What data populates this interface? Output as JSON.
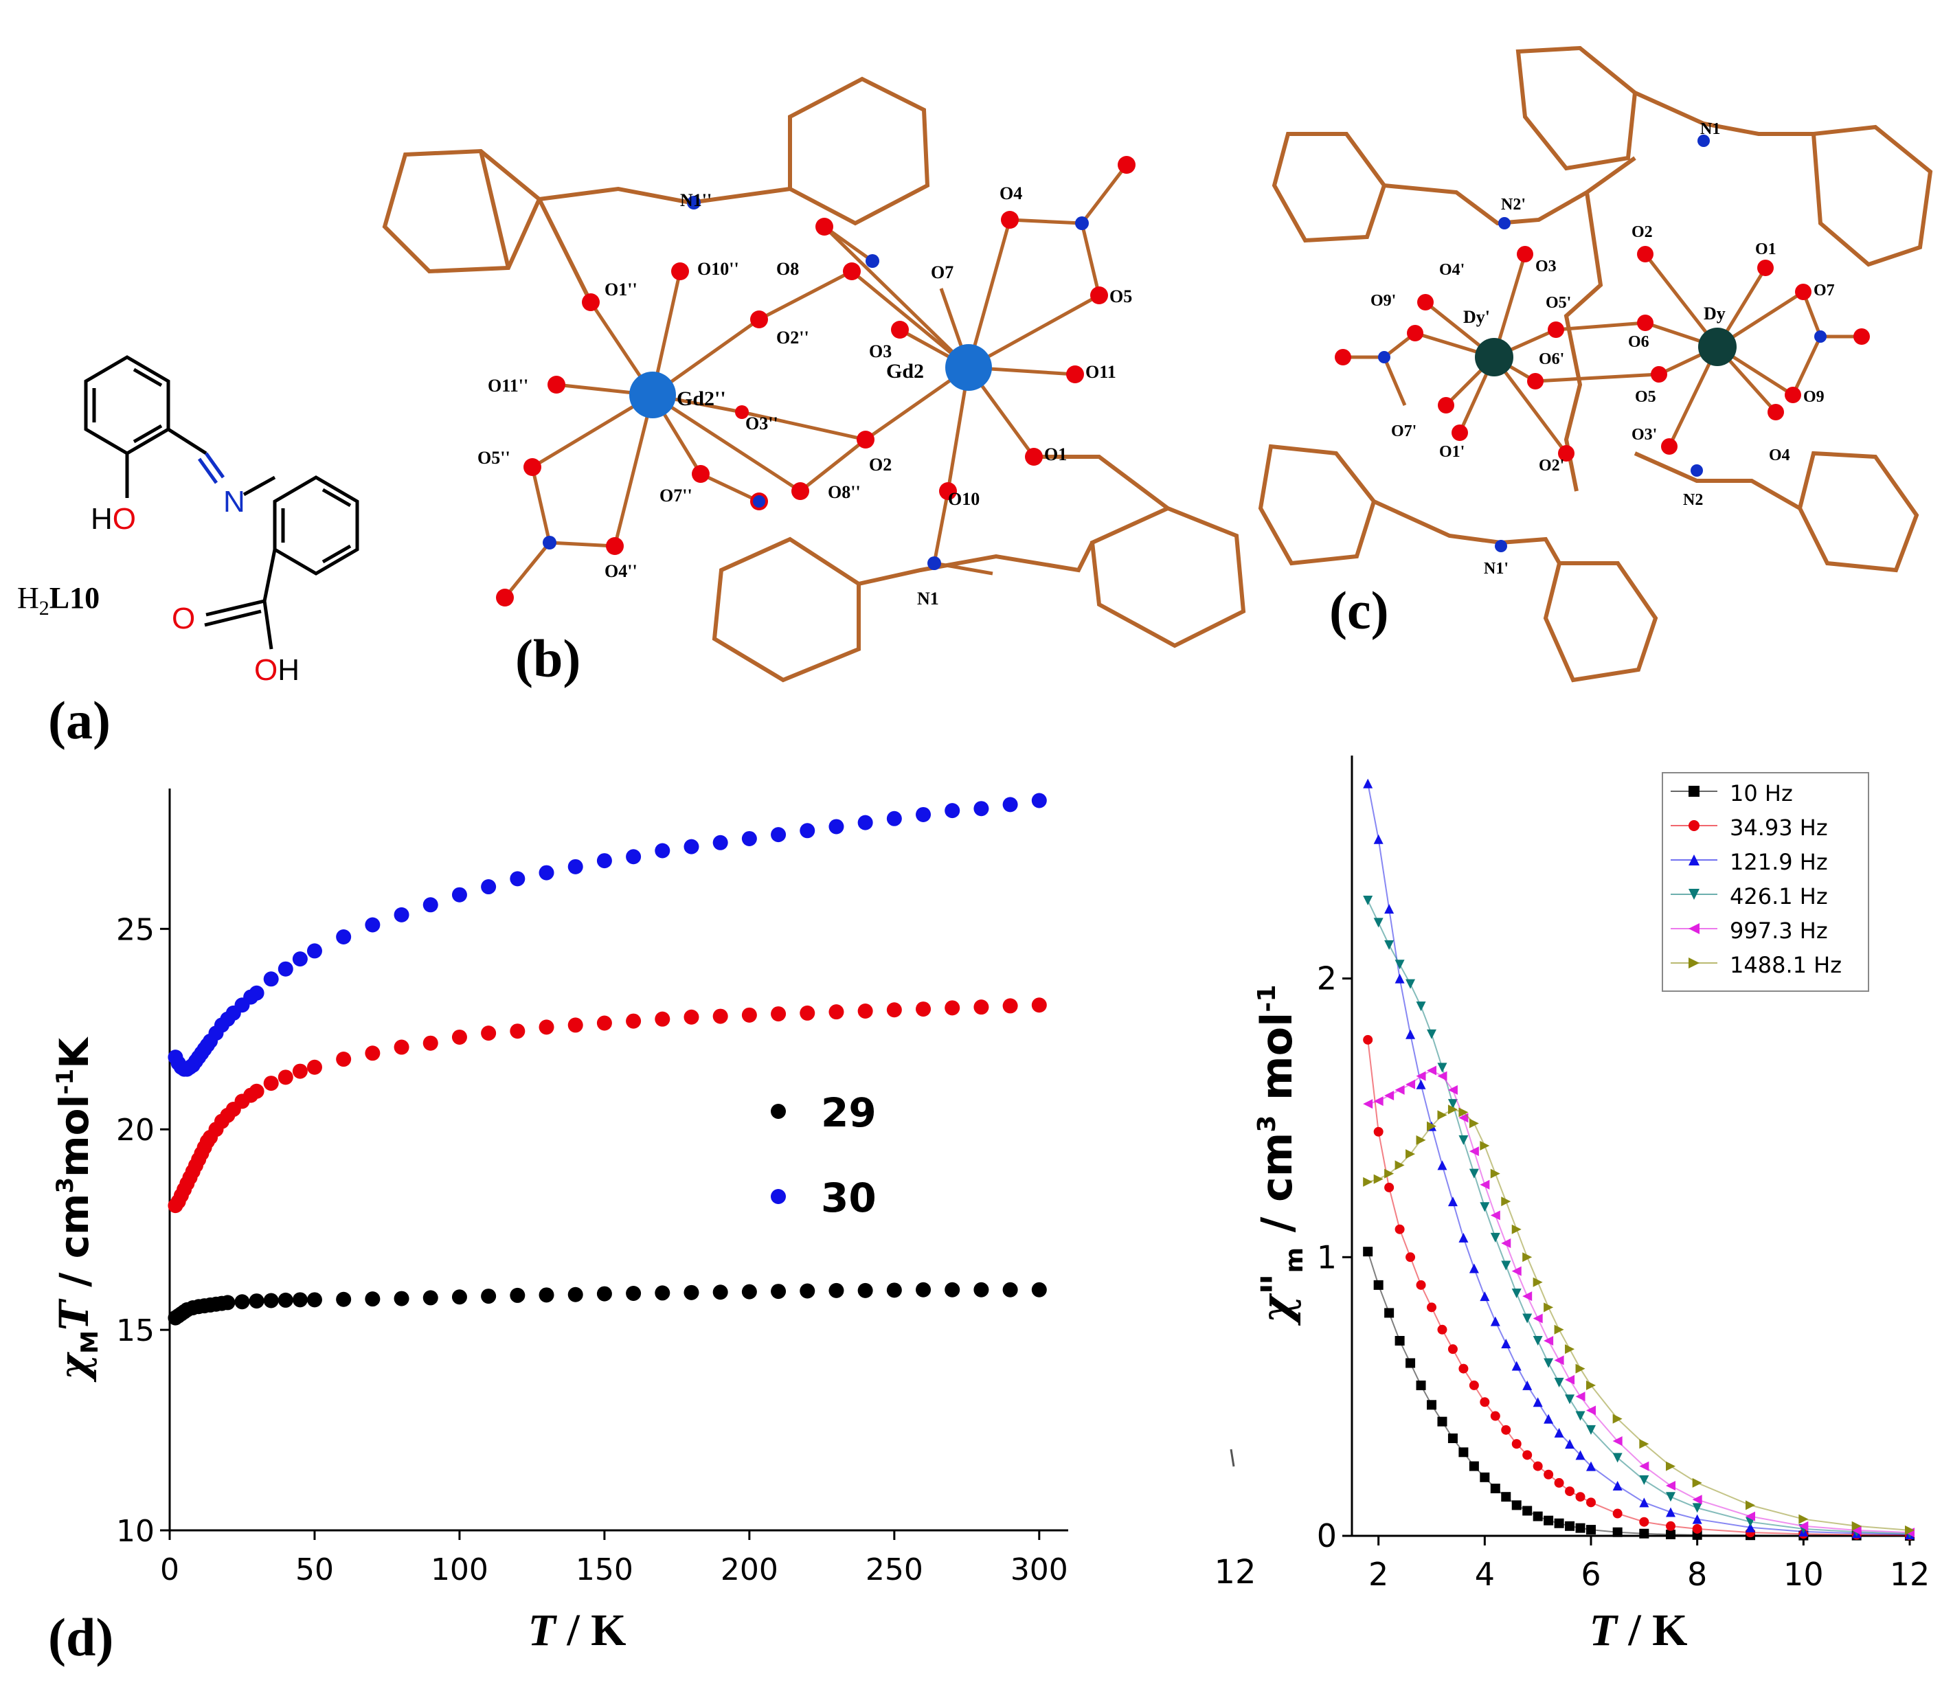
{
  "panel_labels": {
    "a": "(a)",
    "b": "(b)",
    "c": "(c)",
    "d": "(d)"
  },
  "ligand": {
    "name_prefix": "H",
    "name_sub": "2",
    "name_main": "L10",
    "ho": "HO",
    "n": "N",
    "o": "O",
    "oh": "OH"
  },
  "structure_b": {
    "labels": {
      "gd2": "Gd2",
      "gd2pp": "Gd2''",
      "n1": "N1",
      "n1pp": "N1''",
      "o1": "O1",
      "o2": "O2",
      "o3": "O3",
      "o4": "O4",
      "o5": "O5",
      "o7": "O7",
      "o8": "O8",
      "o10": "O10",
      "o11": "O11",
      "o1pp": "O1''",
      "o2pp": "O2''",
      "o3pp": "O3''",
      "o4pp": "O4''",
      "o5pp": "O5''",
      "o7pp": "O7''",
      "o8pp": "O8''",
      "o10pp": "O10''",
      "o11pp": "O11''"
    }
  },
  "structure_c": {
    "labels": {
      "dy": "Dy",
      "dyp": "Dy'",
      "n1": "N1",
      "n1p": "N1'",
      "n2": "N2",
      "n2p": "N2'",
      "o1": "O1",
      "o2": "O2",
      "o3": "O3",
      "o4": "O4",
      "o5": "O5",
      "o6": "O6",
      "o7": "O7",
      "o9": "O9",
      "o1p": "O1'",
      "o2p": "O2'",
      "o3p": "O3'",
      "o4p": "O4'",
      "o5p": "O5'",
      "o6p": "O6'",
      "o7p": "O7'",
      "o9p": "O9'"
    }
  },
  "colors": {
    "bond": "#b5652b",
    "oxygen": "#e8000b",
    "nitrogen": "#1030c8",
    "gd": "#1a6fd0",
    "dy": "#0f3f3a",
    "series_29": "#000000",
    "series_red": "#e8000b",
    "series_30": "#1010e8"
  },
  "chart_data": [
    {
      "type": "scatter",
      "xlabel_italic": "T",
      "xlabel_rest": " / K",
      "ylabel_chi": "χ",
      "ylabel_sub": "M",
      "ylabel_T": "T",
      "ylabel_rest1": " / cm",
      "ylabel_sup": "3",
      "ylabel_rest2": "mol",
      "ylabel_sup2": "-1",
      "ylabel_rest3": "K",
      "xlim": [
        0,
        310
      ],
      "ylim": [
        10,
        28.5
      ],
      "xticks": [
        0,
        50,
        100,
        150,
        200,
        250,
        300
      ],
      "yticks": [
        10,
        15,
        20,
        25
      ],
      "legend": [
        {
          "label": "29",
          "color": "#000000"
        },
        {
          "label": "30",
          "color": "#1010e8"
        }
      ],
      "series": [
        {
          "name": "29",
          "color": "#000000",
          "x": [
            2,
            3,
            4,
            5,
            6,
            8,
            10,
            12,
            14,
            16,
            18,
            20,
            25,
            30,
            35,
            40,
            45,
            50,
            60,
            70,
            80,
            90,
            100,
            110,
            120,
            130,
            140,
            150,
            160,
            170,
            180,
            190,
            200,
            210,
            220,
            230,
            240,
            250,
            260,
            270,
            280,
            290,
            300
          ],
          "y": [
            15.3,
            15.35,
            15.4,
            15.45,
            15.5,
            15.55,
            15.58,
            15.6,
            15.62,
            15.64,
            15.66,
            15.68,
            15.7,
            15.72,
            15.73,
            15.74,
            15.75,
            15.75,
            15.76,
            15.77,
            15.78,
            15.8,
            15.82,
            15.84,
            15.86,
            15.87,
            15.88,
            15.9,
            15.91,
            15.92,
            15.93,
            15.94,
            15.95,
            15.96,
            15.97,
            15.98,
            15.98,
            15.99,
            16.0,
            16.0,
            16.0,
            16.0,
            16.0
          ]
        },
        {
          "y_first_note": "",
          "name": "",
          "color": "#e8000b",
          "x": [
            2,
            3,
            4,
            5,
            6,
            7,
            8,
            9,
            10,
            11,
            12,
            13,
            14,
            16,
            18,
            20,
            22,
            25,
            28,
            30,
            35,
            40,
            45,
            50,
            60,
            70,
            80,
            90,
            100,
            110,
            120,
            130,
            140,
            150,
            160,
            170,
            180,
            190,
            200,
            210,
            220,
            230,
            240,
            250,
            260,
            270,
            280,
            290,
            300
          ],
          "y": [
            18.1,
            18.2,
            18.35,
            18.5,
            18.65,
            18.8,
            18.95,
            19.1,
            19.25,
            19.4,
            19.55,
            19.7,
            19.8,
            20.0,
            20.2,
            20.35,
            20.5,
            20.7,
            20.85,
            20.95,
            21.15,
            21.3,
            21.45,
            21.55,
            21.75,
            21.9,
            22.05,
            22.15,
            22.3,
            22.4,
            22.45,
            22.55,
            22.6,
            22.65,
            22.7,
            22.75,
            22.8,
            22.82,
            22.85,
            22.88,
            22.9,
            22.93,
            22.95,
            22.98,
            23.0,
            23.03,
            23.05,
            23.08,
            23.1
          ]
        },
        {
          "name": "30",
          "color": "#1010e8",
          "x": [
            2,
            3,
            4,
            5,
            6,
            7,
            8,
            9,
            10,
            11,
            12,
            13,
            14,
            16,
            18,
            20,
            22,
            25,
            28,
            30,
            35,
            40,
            45,
            50,
            60,
            70,
            80,
            90,
            100,
            110,
            120,
            130,
            140,
            150,
            160,
            170,
            180,
            190,
            200,
            210,
            220,
            230,
            240,
            250,
            260,
            270,
            280,
            290,
            300
          ],
          "y": [
            21.8,
            21.65,
            21.55,
            21.5,
            21.5,
            21.55,
            21.6,
            21.7,
            21.8,
            21.9,
            22.0,
            22.1,
            22.2,
            22.4,
            22.6,
            22.75,
            22.9,
            23.1,
            23.3,
            23.4,
            23.75,
            24.0,
            24.25,
            24.45,
            24.8,
            25.1,
            25.35,
            25.6,
            25.85,
            26.05,
            26.25,
            26.4,
            26.55,
            26.7,
            26.8,
            26.95,
            27.05,
            27.15,
            27.25,
            27.35,
            27.45,
            27.55,
            27.65,
            27.75,
            27.85,
            27.95,
            28.0,
            28.1,
            28.2
          ]
        }
      ]
    },
    {
      "type": "line",
      "xlabel_italic": "T",
      "xlabel_rest": " / K",
      "ylabel_chi": "χ\"",
      "ylabel_sub": "m",
      "ylabel_rest1": " / cm",
      "ylabel_sup": "3",
      "ylabel_rest2": " mol",
      "ylabel_sup2": "-1",
      "xlim": [
        1.5,
        12
      ],
      "ylim": [
        0,
        2.8
      ],
      "xticks": [
        2,
        4,
        6,
        8,
        10,
        12
      ],
      "yticks": [
        0,
        1,
        2
      ],
      "stray_tick": "12",
      "legend_position": "top-right",
      "series": [
        {
          "name": "10 Hz",
          "color": "#000000",
          "marker": "square",
          "x": [
            1.8,
            2.0,
            2.2,
            2.4,
            2.6,
            2.8,
            3.0,
            3.2,
            3.4,
            3.6,
            3.8,
            4.0,
            4.2,
            4.4,
            4.6,
            4.8,
            5.0,
            5.2,
            5.4,
            5.6,
            5.8,
            6.0,
            6.5,
            7.0,
            7.5,
            8.0,
            9.0,
            10.0,
            11.0,
            12.0
          ],
          "y": [
            1.02,
            0.9,
            0.8,
            0.7,
            0.62,
            0.54,
            0.47,
            0.41,
            0.35,
            0.3,
            0.25,
            0.21,
            0.17,
            0.14,
            0.11,
            0.09,
            0.07,
            0.055,
            0.045,
            0.035,
            0.028,
            0.022,
            0.013,
            0.008,
            0.005,
            0.003,
            0.002,
            0.001,
            0.001,
            0.0
          ]
        },
        {
          "name": "34.93 Hz",
          "color": "#e8000b",
          "marker": "circle",
          "x": [
            1.8,
            2.0,
            2.2,
            2.4,
            2.6,
            2.8,
            3.0,
            3.2,
            3.4,
            3.6,
            3.8,
            4.0,
            4.2,
            4.4,
            4.6,
            4.8,
            5.0,
            5.2,
            5.4,
            5.6,
            5.8,
            6.0,
            6.5,
            7.0,
            7.5,
            8.0,
            9.0,
            10.0,
            11.0,
            12.0
          ],
          "y": [
            1.78,
            1.45,
            1.25,
            1.1,
            1.0,
            0.9,
            0.82,
            0.74,
            0.67,
            0.6,
            0.54,
            0.48,
            0.43,
            0.38,
            0.33,
            0.29,
            0.25,
            0.22,
            0.19,
            0.16,
            0.14,
            0.12,
            0.08,
            0.05,
            0.035,
            0.025,
            0.012,
            0.007,
            0.004,
            0.002
          ]
        },
        {
          "name": "121.9 Hz",
          "color": "#1010e8",
          "marker": "triangle-up",
          "x": [
            1.8,
            2.0,
            2.2,
            2.4,
            2.6,
            2.8,
            3.0,
            3.2,
            3.4,
            3.6,
            3.8,
            4.0,
            4.2,
            4.4,
            4.6,
            4.8,
            5.0,
            5.2,
            5.4,
            5.6,
            5.8,
            6.0,
            6.5,
            7.0,
            7.5,
            8.0,
            9.0,
            10.0,
            11.0,
            12.0
          ],
          "y": [
            2.7,
            2.5,
            2.25,
            2.0,
            1.8,
            1.62,
            1.47,
            1.33,
            1.2,
            1.07,
            0.96,
            0.86,
            0.77,
            0.69,
            0.61,
            0.54,
            0.48,
            0.42,
            0.37,
            0.33,
            0.29,
            0.25,
            0.18,
            0.12,
            0.085,
            0.06,
            0.03,
            0.015,
            0.009,
            0.005
          ]
        },
        {
          "name": "426.1 Hz",
          "color": "#0a7a78",
          "marker": "triangle-down",
          "x": [
            1.8,
            2.0,
            2.2,
            2.4,
            2.6,
            2.8,
            3.0,
            3.2,
            3.4,
            3.6,
            3.8,
            4.0,
            4.2,
            4.4,
            4.6,
            4.8,
            5.0,
            5.2,
            5.4,
            5.6,
            5.8,
            6.0,
            6.5,
            7.0,
            7.5,
            8.0,
            9.0,
            10.0,
            11.0,
            12.0
          ],
          "y": [
            2.28,
            2.2,
            2.12,
            2.05,
            1.98,
            1.9,
            1.8,
            1.68,
            1.55,
            1.42,
            1.3,
            1.18,
            1.07,
            0.97,
            0.87,
            0.78,
            0.7,
            0.62,
            0.55,
            0.49,
            0.43,
            0.38,
            0.28,
            0.2,
            0.14,
            0.1,
            0.05,
            0.025,
            0.014,
            0.008
          ]
        },
        {
          "name": "997.3 Hz",
          "color": "#e020e0",
          "marker": "triangle-left",
          "x": [
            1.8,
            2.0,
            2.2,
            2.4,
            2.6,
            2.8,
            3.0,
            3.2,
            3.4,
            3.6,
            3.8,
            4.0,
            4.2,
            4.4,
            4.6,
            4.8,
            5.0,
            5.2,
            5.4,
            5.6,
            5.8,
            6.0,
            6.5,
            7.0,
            7.5,
            8.0,
            9.0,
            10.0,
            11.0,
            12.0
          ],
          "y": [
            1.55,
            1.56,
            1.58,
            1.6,
            1.62,
            1.65,
            1.67,
            1.65,
            1.6,
            1.5,
            1.38,
            1.26,
            1.15,
            1.05,
            0.95,
            0.86,
            0.78,
            0.7,
            0.63,
            0.56,
            0.5,
            0.45,
            0.34,
            0.25,
            0.18,
            0.13,
            0.07,
            0.035,
            0.02,
            0.012
          ]
        },
        {
          "name": "1488.1 Hz",
          "color": "#8a8a10",
          "marker": "triangle-right",
          "x": [
            1.8,
            2.0,
            2.2,
            2.4,
            2.6,
            2.8,
            3.0,
            3.2,
            3.4,
            3.6,
            3.8,
            4.0,
            4.2,
            4.4,
            4.6,
            4.8,
            5.0,
            5.2,
            5.4,
            5.6,
            5.8,
            6.0,
            6.5,
            7.0,
            7.5,
            8.0,
            9.0,
            10.0,
            11.0,
            12.0
          ],
          "y": [
            1.27,
            1.28,
            1.3,
            1.33,
            1.37,
            1.42,
            1.47,
            1.51,
            1.53,
            1.52,
            1.48,
            1.4,
            1.3,
            1.2,
            1.1,
            1.0,
            0.91,
            0.82,
            0.74,
            0.67,
            0.6,
            0.54,
            0.42,
            0.33,
            0.25,
            0.19,
            0.11,
            0.06,
            0.035,
            0.02
          ]
        }
      ]
    }
  ]
}
